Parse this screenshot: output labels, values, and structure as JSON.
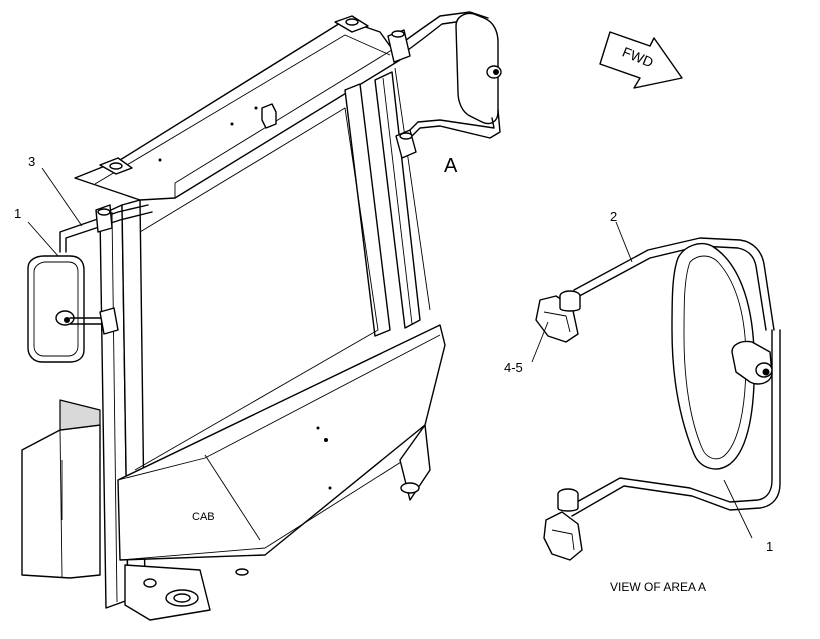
{
  "callouts": {
    "item_1_left": "1",
    "item_3": "3",
    "item_2": "2",
    "item_4_5": "4-5",
    "item_1_right": "1"
  },
  "labels": {
    "area_marker": "A",
    "fwd_arrow": "FWD",
    "cab": "CAB",
    "view_caption": "VIEW OF AREA A"
  }
}
